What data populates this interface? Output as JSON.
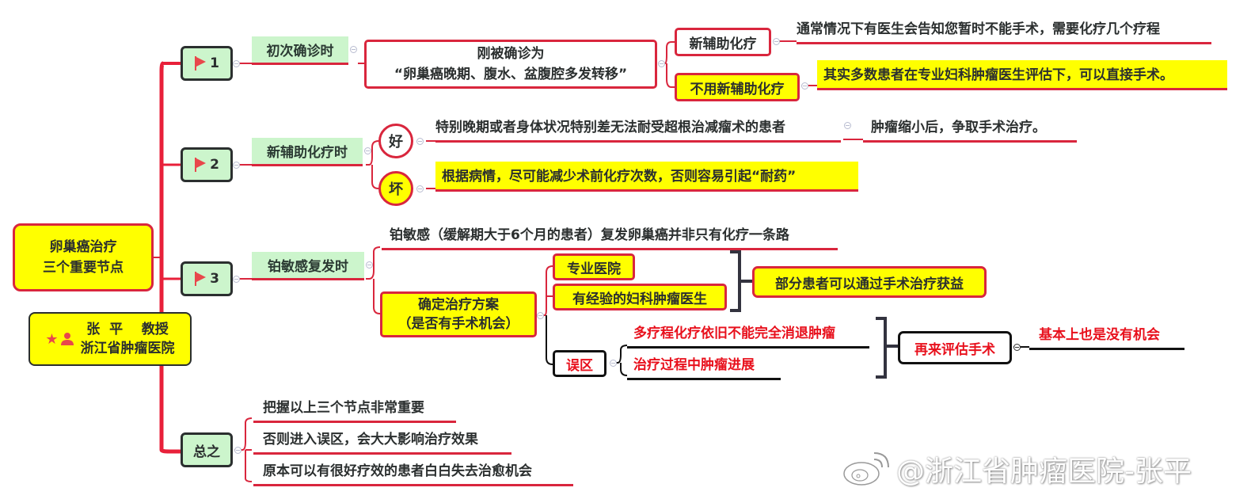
{
  "root": {
    "title_line1": "卵巢癌治疗",
    "title_line2": "三个重要节点",
    "author_line1": "张  平    教授",
    "author_line2": "浙江省肿瘤医院",
    "author_icons": [
      "star-icon",
      "person-icon"
    ]
  },
  "branches": [
    {
      "marker": "1",
      "label": "初次确诊时",
      "diagnosis_line1": "刚被确诊为",
      "diagnosis_line2": "“卵巢癌晚期、腹水、盆腹腔多发转移”",
      "options": [
        {
          "label": "新辅助化疗",
          "detail": "通常情况下有医生会告知您暂时不能手术，需要化疗几个疗程"
        },
        {
          "label": "不用新辅助化疗",
          "detail": "其实多数患者在专业妇科肿瘤医生评估下，可以直接手术。"
        }
      ]
    },
    {
      "marker": "2",
      "label": "新辅助化疗时",
      "good": {
        "label": "好",
        "detail": "特别晚期或者身体状况特别差无法耐受超根治减瘤术的患者",
        "result": "肿瘤缩小后，争取手术治疗。"
      },
      "bad": {
        "label": "坏",
        "detail": "根据病情，尽可能减少术前化疗次数，否则容易引起“耐药”"
      }
    },
    {
      "marker": "3",
      "label": "铂敏感复发时",
      "note": "铂敏感（缓解期大于6个月的患者）复发卵巢癌并非只有化疗一条路",
      "plan_line1": "确定治疗方案",
      "plan_line2": "（是否有手术机会）",
      "requirements": [
        "专业医院",
        "有经验的妇科肿瘤医生"
      ],
      "benefit": "部分患者可以通过手术治疗获益",
      "mistake": {
        "label": "误区",
        "items": [
          "多疗程化疗依旧不能完全消退肿瘤",
          "治疗过程中肿瘤进展"
        ],
        "reassess": "再来评估手术",
        "result": "基本上也是没有机会"
      }
    },
    {
      "marker": "总之",
      "items": [
        "把握以上三个节点非常重要",
        "否则进入误区，会大大影响治疗效果",
        "原本可以有很好疗效的患者白白失去治愈机会"
      ]
    }
  ],
  "watermark": "@浙江省肿瘤医院-张平",
  "colors": {
    "trunk": "#e8203a",
    "accent_red": "#d9263d",
    "highlight_yellow": "#ffff00",
    "node_green": "#ccf5cc",
    "warning_text": "#e8101c"
  }
}
